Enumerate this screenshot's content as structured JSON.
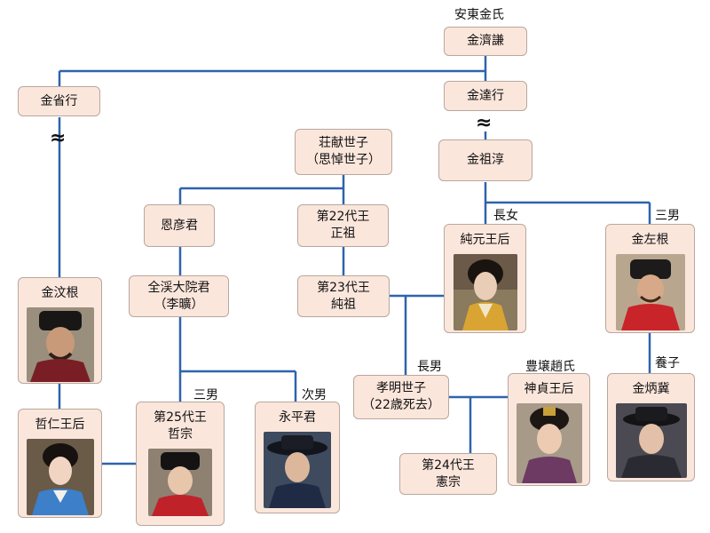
{
  "top_label": "安東金氏",
  "wave_symbol": "≈",
  "nodes": {
    "kim_je_gyeom": "金濟謙",
    "kim_seong_haeng": "金省行",
    "kim_dal_haeng": "金達行",
    "kim_jo_sun": "金祖淳",
    "crown_prince_jangheon": {
      "line1": "荘献世子",
      "line2": "（思悼世子）"
    },
    "euneon_gun": "恩彦君",
    "jeongjo": {
      "line1": "第22代王",
      "line2": "正祖"
    },
    "sunjo": {
      "line1": "第23代王",
      "line2": "純祖"
    },
    "jeongye_daewongun": {
      "line1": "全渓大院君",
      "line2": "（李曠）"
    },
    "queen_sunwon": "純元王后",
    "kim_jwa_geun": "金左根",
    "kim_mun_geun": "金汶根",
    "crown_prince_hyomyeong": {
      "line1": "孝明世子",
      "line2": "（22歳死去）"
    },
    "queen_sinjeong": "神貞王后",
    "kim_byeong_gi": "金炳冀",
    "queen_cheorin": "哲仁王后",
    "cheoljong": {
      "line1": "第25代王",
      "line2": "哲宗"
    },
    "yeongpyeong_gun": "永平君",
    "heonjong": {
      "line1": "第24代王",
      "line2": "憲宗"
    }
  },
  "labels": {
    "eldest_daughter": "長女",
    "third_son_kim": "三男",
    "eldest_son": "長男",
    "pungyang_jo_clan": "豊壌趙氏",
    "adopted_son": "養子",
    "third_son_cheoljong": "三男",
    "second_son": "次男"
  }
}
